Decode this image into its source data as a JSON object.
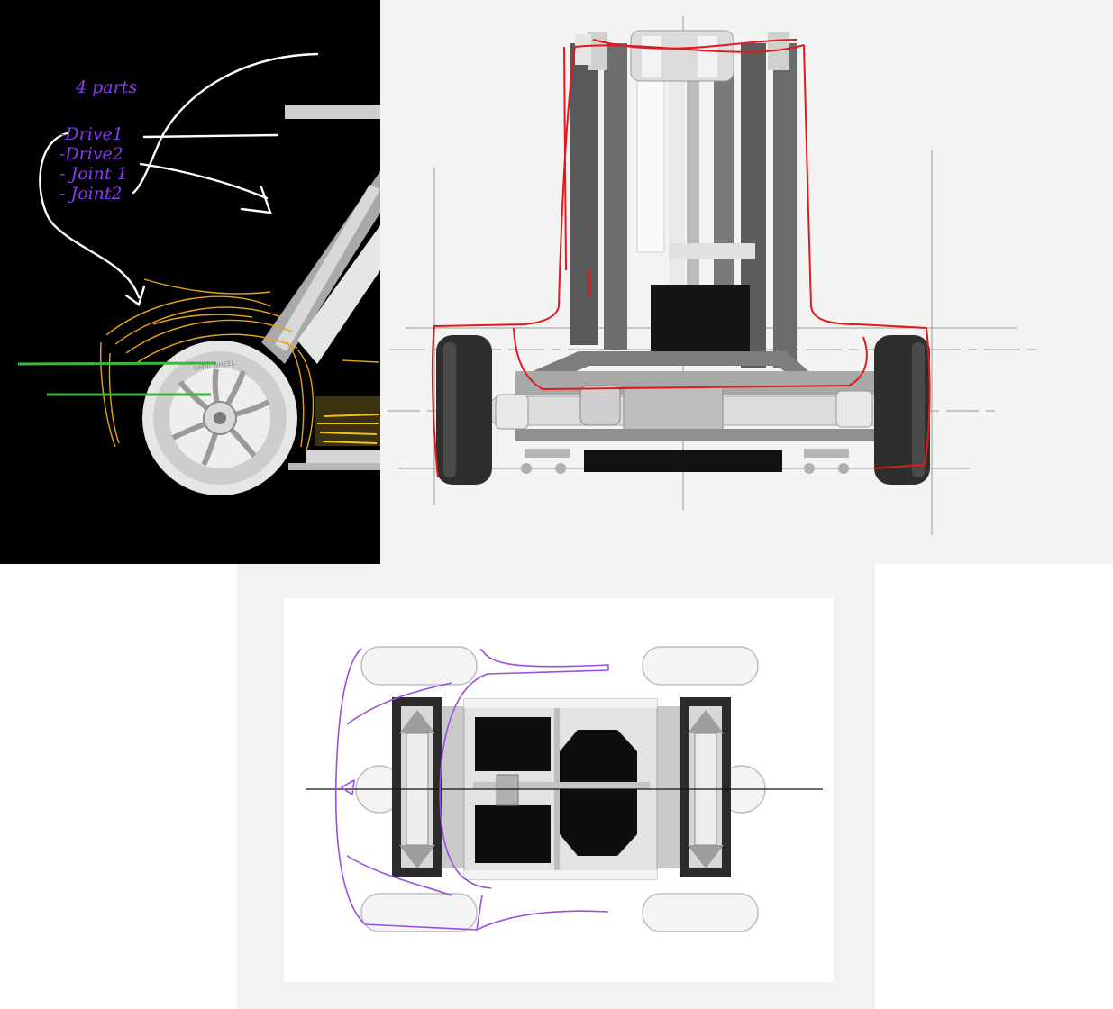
{
  "side_view": {
    "note_title": "4 parts",
    "note_items": [
      "-Drive1",
      "-Drive2",
      "- Joint 1",
      "- Joint2"
    ],
    "wheel_label": "OMNI WHEEL",
    "colors": {
      "background": "#000000",
      "annotation_text": "#8a3cf0",
      "arrows": "#ffffff",
      "sweep": "#e3a41a",
      "axis_lines": "#3fb33f"
    }
  },
  "front_view": {
    "colors": {
      "background": "#f3f3f3",
      "outline": "#e0191c",
      "frame": "#6a6a6a"
    }
  },
  "top_view": {
    "colors": {
      "background": "#ffffff",
      "outline": "#9a4fe0",
      "centerline": "#111111"
    }
  }
}
